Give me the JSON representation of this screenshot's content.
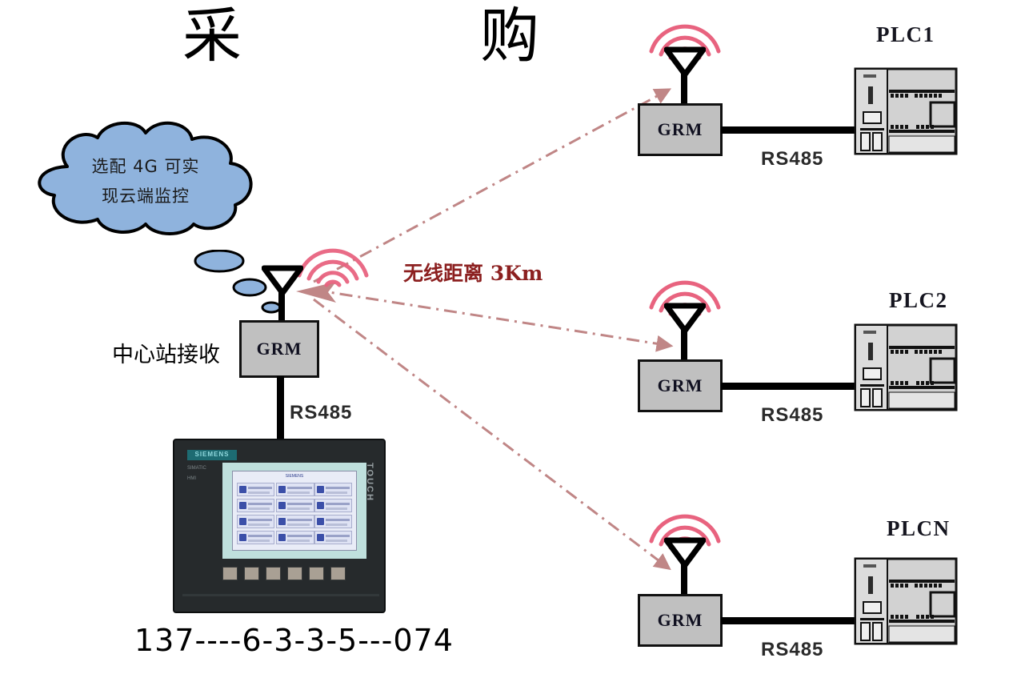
{
  "headings": {
    "left": "采",
    "right": "购"
  },
  "cloud": {
    "name": "cloud-callout",
    "line1": "选配 4G 可实",
    "line2": "现云端监控",
    "fill": "#8fb3dd",
    "stroke": "#000000"
  },
  "center_station": {
    "caption": "中心站接收",
    "grm_label": "GRM",
    "rs485_label": "RS485",
    "phone": "137----6-3-3-5---074"
  },
  "wireless": {
    "distance_label": "无线距离 3Km",
    "distance_color": "#8c2020",
    "link_color": "#c08686",
    "signal_color": "#e8637f"
  },
  "hmi": {
    "brand": "SIEMENS",
    "side_text": "TOUCH",
    "meta1": "SIMATIC",
    "meta2": "HMI",
    "screen_title": "SIEMENS",
    "button_count": 6
  },
  "remote_stations": [
    {
      "plc_label": "PLC1",
      "grm_label": "GRM",
      "rs485_label": "RS485"
    },
    {
      "plc_label": "PLC2",
      "grm_label": "GRM",
      "rs485_label": "RS485"
    },
    {
      "plc_label": "PLCN",
      "grm_label": "GRM",
      "rs485_label": "RS485"
    }
  ],
  "colors": {
    "grm_fill": "#c0c0c0",
    "plc_fill": "#d2d2d2",
    "line": "#000000"
  }
}
